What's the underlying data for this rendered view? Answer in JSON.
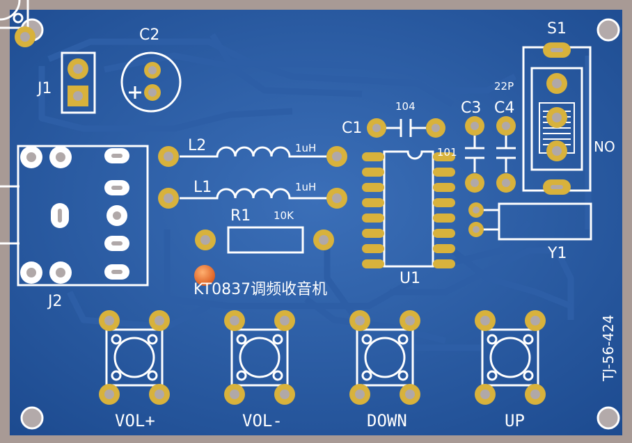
{
  "board": {
    "title": "KT0837调频收音机",
    "code": "TJ-56-424",
    "colors": {
      "board": "#1f4f95",
      "copper": "#2a5aa0",
      "silk": "#ffffff",
      "pad": "#d8b23c",
      "hole": "#b0a8a8",
      "led": "#e8752a"
    }
  },
  "refs": {
    "c2": "C2",
    "j1": "J1",
    "j2": "J2",
    "l2": "L2",
    "l1": "L1",
    "r1": "R1",
    "c1": "C1",
    "c3": "C3",
    "c4": "C4",
    "u1": "U1",
    "s1": "S1",
    "y1": "Y1"
  },
  "values": {
    "l2": "1uH",
    "l1": "1uH",
    "r1": "10K",
    "c1": "104",
    "u1_pin": "101",
    "c4": "22P",
    "s1_pos": "NO"
  },
  "buttons": [
    "VOL+",
    "VOL-",
    "DOWN",
    "UP"
  ]
}
